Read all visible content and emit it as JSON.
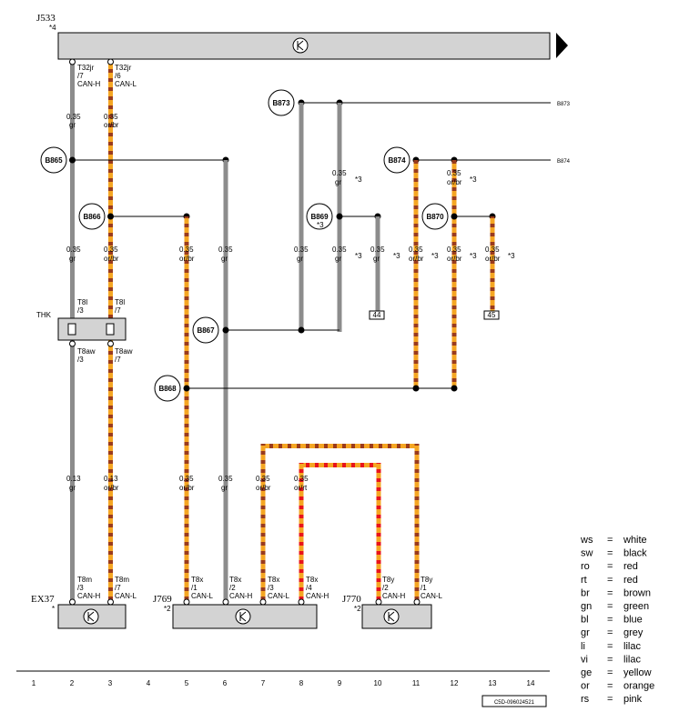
{
  "components": {
    "j533": {
      "label": "J533",
      "note": "*4"
    },
    "thk": {
      "label": "THK"
    },
    "ex37": {
      "label": "EX37",
      "note": "*"
    },
    "j769": {
      "label": "J769",
      "note": "*2"
    },
    "j770": {
      "label": "J770",
      "note": "*2"
    }
  },
  "connectors": {
    "t32jr7": [
      "T32jr",
      "/7",
      "CAN-H"
    ],
    "t32jr6": [
      "T32jr",
      "/6",
      "CAN-L"
    ],
    "t8l3": [
      "T8l",
      "/3"
    ],
    "t8l7": [
      "T8l",
      "/7"
    ],
    "t8aw3": [
      "T8aw",
      "/3"
    ],
    "t8aw7": [
      "T8aw",
      "/7"
    ],
    "t8m3": [
      "T8m",
      "/3",
      "CAN-H"
    ],
    "t8m7": [
      "T8m",
      "/7",
      "CAN-L"
    ],
    "t8x1": [
      "T8x",
      "/1",
      "CAN-L"
    ],
    "t8x2": [
      "T8x",
      "/2",
      "CAN-H"
    ],
    "t8x3": [
      "T8x",
      "/3",
      "CAN-L"
    ],
    "t8x4": [
      "T8x",
      "/4",
      "CAN-H"
    ],
    "t8y2": [
      "T8y",
      "/2",
      "CAN-H"
    ],
    "t8y1": [
      "T8y",
      "/1",
      "CAN-L"
    ]
  },
  "wires": {
    "w1": [
      "0.35",
      "gr"
    ],
    "w2": [
      "0.35",
      "or/br"
    ],
    "w3": [
      "0.35",
      "gr"
    ],
    "w4": [
      "0.35",
      "or/br"
    ],
    "w5": [
      "0.13",
      "gr"
    ],
    "w6": [
      "0.13",
      "or/br"
    ],
    "w7": [
      "0.35",
      "or/br"
    ],
    "w8": [
      "0.35",
      "gr"
    ],
    "w9": [
      "0.35",
      "gr"
    ],
    "w10": [
      "0.35",
      "gr"
    ],
    "w11": [
      "0.35",
      "gr"
    ],
    "w12": [
      "0.35",
      "gr"
    ],
    "w13": [
      "0.35",
      "or/br"
    ],
    "w14": [
      "0.35",
      "or/br"
    ],
    "w15": [
      "0.35",
      "or/br"
    ],
    "w16": [
      "0.35",
      "or/br"
    ],
    "w17": [
      "0.35",
      "or/br"
    ],
    "w18": [
      "0.35",
      "gr"
    ],
    "w19": [
      "0.35",
      "or/br"
    ],
    "w20": [
      "0.35",
      "or/rt"
    ]
  },
  "nodes": [
    "B865",
    "B866",
    "B867",
    "B868",
    "B869",
    "B870",
    "B873",
    "B874"
  ],
  "notes": {
    "star3": "*3",
    "star3b": "*3",
    "star3c": "*3",
    "star3d": "*3",
    "star3e": "*3",
    "star3f": "*3",
    "star3g": "*3",
    "star3h": "*3"
  },
  "refs": {
    "r44": "44",
    "r45": "45"
  },
  "rights": {
    "b873": "B873",
    "b874": "B874"
  },
  "columns": [
    "1",
    "2",
    "3",
    "4",
    "5",
    "6",
    "7",
    "8",
    "9",
    "10",
    "11",
    "12",
    "13",
    "14"
  ],
  "code": "C5D-096024521",
  "legend": [
    {
      "code": "ws",
      "eq": "=",
      "name": "white"
    },
    {
      "code": "sw",
      "eq": "=",
      "name": "black"
    },
    {
      "code": "ro",
      "eq": "=",
      "name": "red"
    },
    {
      "code": "rt",
      "eq": "=",
      "name": "red"
    },
    {
      "code": "br",
      "eq": "=",
      "name": "brown"
    },
    {
      "code": "gn",
      "eq": "=",
      "name": "green"
    },
    {
      "code": "bl",
      "eq": "=",
      "name": "blue"
    },
    {
      "code": "gr",
      "eq": "=",
      "name": "grey"
    },
    {
      "code": "li",
      "eq": "=",
      "name": "lilac"
    },
    {
      "code": "vi",
      "eq": "=",
      "name": "lilac"
    },
    {
      "code": "ge",
      "eq": "=",
      "name": "yellow"
    },
    {
      "code": "or",
      "eq": "=",
      "name": "orange"
    },
    {
      "code": "rs",
      "eq": "=",
      "name": "pink"
    }
  ],
  "colors": {
    "grey_wire": "#8c8c8c",
    "orange": "#f5a623",
    "brown": "#8b3a1a",
    "red": "#e8141c",
    "box": "#d3d3d3"
  }
}
